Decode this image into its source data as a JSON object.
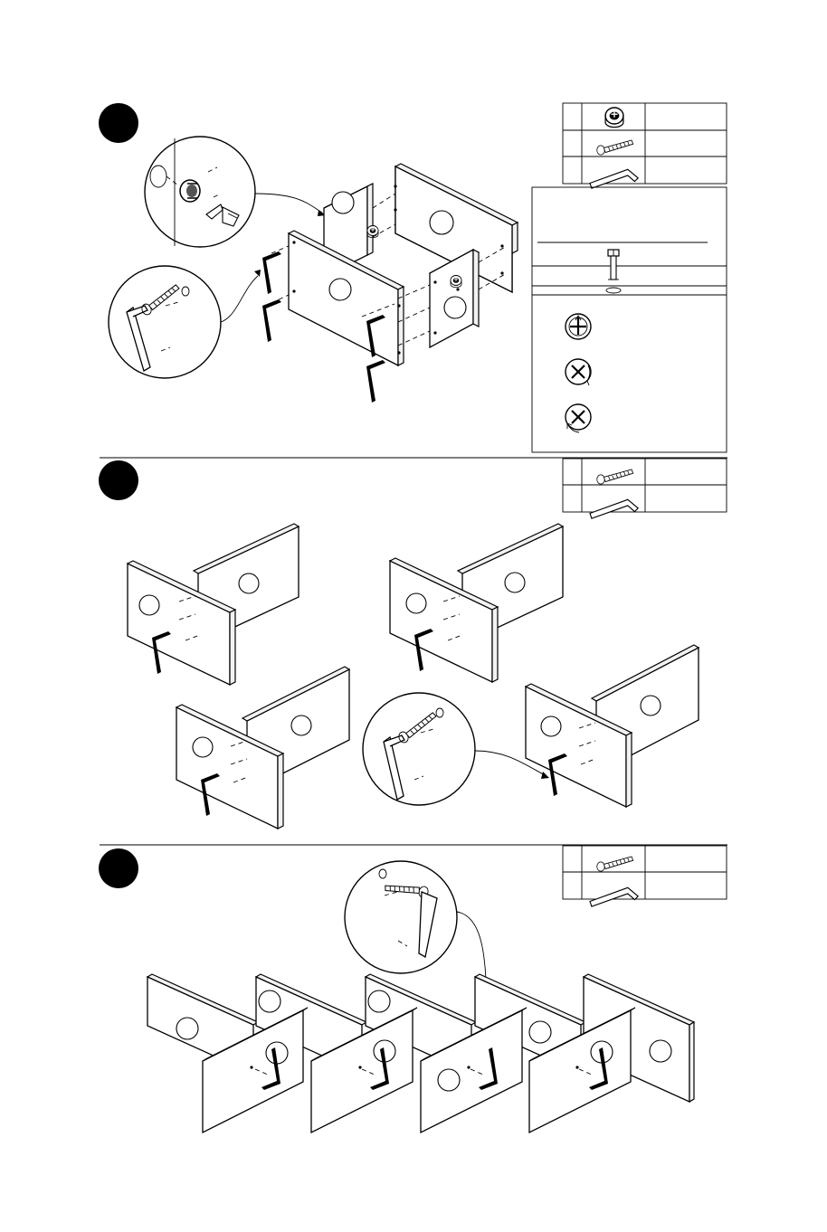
{
  "steps": [
    {
      "id": "step-1",
      "parts": [
        "cam-lock",
        "screw",
        "hex-key"
      ]
    },
    {
      "id": "step-2",
      "parts": [
        "screw",
        "hex-key"
      ]
    },
    {
      "id": "step-3",
      "parts": [
        "screw",
        "hex-key"
      ]
    }
  ],
  "icons": {
    "cam_lock": "cam-lock-icon",
    "screw": "screw-icon",
    "hex_key": "hex-key-icon",
    "cam_bolt": "cam-bolt-icon",
    "cam_open": "cam-open-icon",
    "cam_turn": "cam-turn-icon",
    "cam_locked": "cam-locked-icon"
  },
  "colors": {
    "ink": "#000000",
    "paper": "#ffffff",
    "edge": "#f2f2f2"
  }
}
